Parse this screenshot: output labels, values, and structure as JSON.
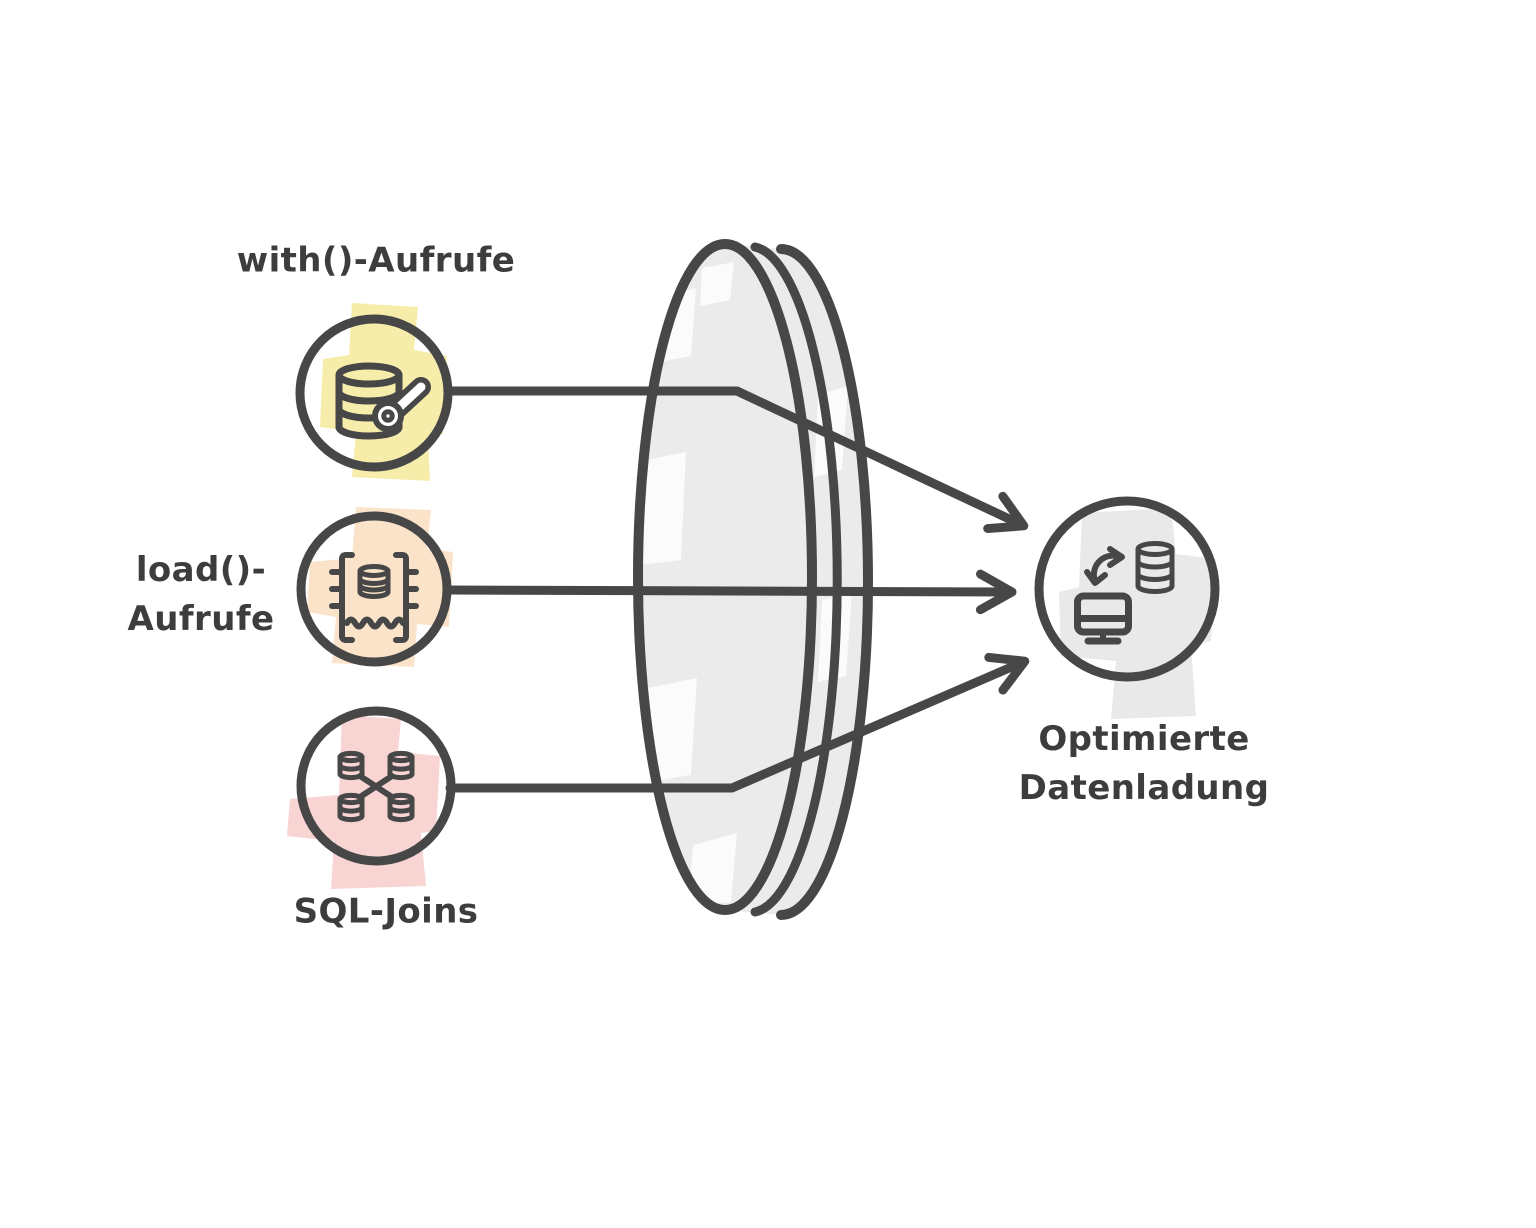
{
  "colors": {
    "background": "#ffffff",
    "ink": "#474747",
    "text": "#3d3d3d",
    "highlight_yellow": "#f6edaa",
    "highlight_peach": "#fae3c9",
    "highlight_pink": "#f8d4d3",
    "highlight_gray": "#e9e9e9",
    "lens_fill": "#ebebeb"
  },
  "nodes": {
    "with_calls": {
      "label": "with()-Aufrufe",
      "icon": "database-key-icon"
    },
    "load_calls": {
      "label_line1": "load()-",
      "label_line2": "Aufrufe",
      "icon": "database-stream-icon"
    },
    "sql_joins": {
      "label": "SQL-Joins",
      "icon": "database-join-icon"
    },
    "optimized_loading": {
      "label_line1": "Optimierte",
      "label_line2": "Datenladung",
      "icon": "monitor-database-sync-icon"
    }
  },
  "edges": [
    {
      "from": "with_calls",
      "to": "optimized_loading"
    },
    {
      "from": "load_calls",
      "to": "optimized_loading"
    },
    {
      "from": "sql_joins",
      "to": "optimized_loading"
    }
  ]
}
